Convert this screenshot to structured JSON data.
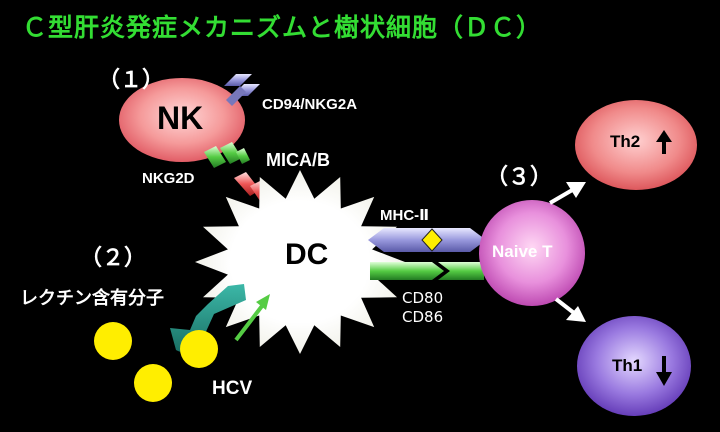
{
  "title": "Ｃ型肝炎発症メカニズムと樹状細胞（ＤＣ）",
  "steps": {
    "one": "（１）",
    "two": "（２）",
    "three": "（３）"
  },
  "cells": {
    "nk": "NK",
    "dc": "DC",
    "naive_t": "Naive T",
    "th2": "Th2",
    "th1": "Th1"
  },
  "labels": {
    "cd94": "CD94/NKG2A",
    "mica": "MICA/B",
    "nkg2d": "NKG2D",
    "mhc": "MHC-Ⅱ",
    "cd80": "CD80",
    "cd86": "CD86",
    "lectin": "レクチン含有分子",
    "hcv": "HCV"
  },
  "colors": {
    "title": "#33dd33",
    "nk_cell": "#f07878",
    "dc_cell": "#ffffff",
    "naive_t_cell": "#e070d0",
    "th2_cell": "#f07070",
    "th1_cell": "#7755cc",
    "hcv_particle": "#ffee00",
    "lectin_receptor": "#2a9a8a",
    "mhc_arrow": "#9999dd",
    "costim_arrow": "#44bb44"
  },
  "icons": {
    "th2": "arrow-up-icon",
    "th1": "arrow-down-icon"
  }
}
